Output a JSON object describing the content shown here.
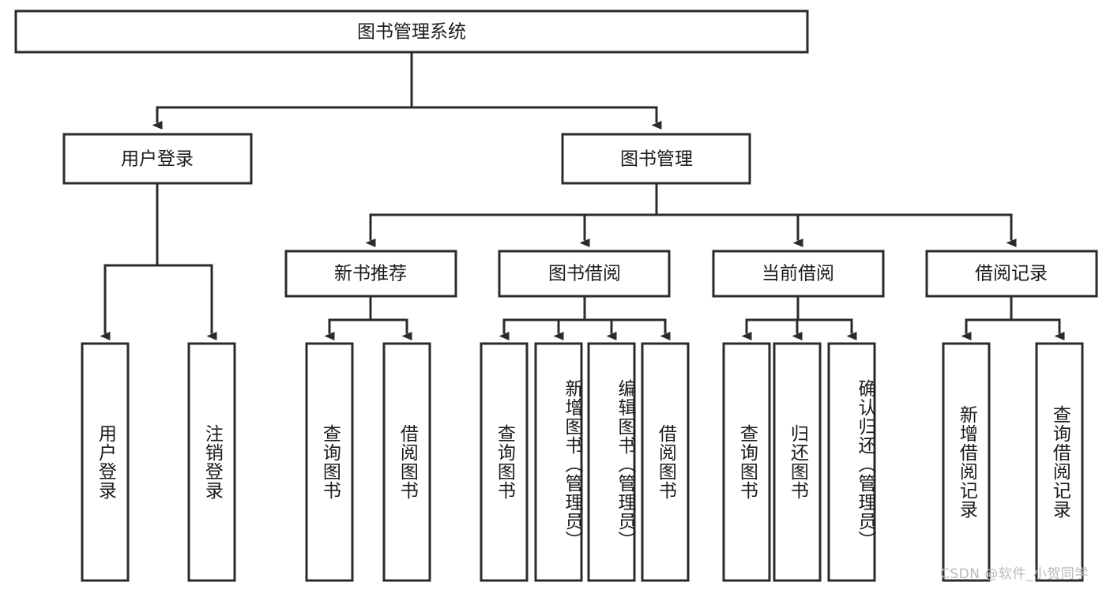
{
  "diagram": {
    "title_node": {
      "label": "图书管理系统"
    },
    "level1": [
      {
        "label": "用户登录"
      },
      {
        "label": "图书管理"
      }
    ],
    "level2": [
      {
        "label": "新书推荐"
      },
      {
        "label": "图书借阅"
      },
      {
        "label": "当前借阅"
      },
      {
        "label": "借阅记录"
      }
    ],
    "leaves": {
      "user_login": [
        {
          "label": "用户登录"
        },
        {
          "label": "注销登录"
        }
      ],
      "new_book_recommend": [
        {
          "label": "查询图书"
        },
        {
          "label": "借阅图书"
        }
      ],
      "book_borrow": [
        {
          "label": "查询图书"
        },
        {
          "label": "新增图书（管理员）"
        },
        {
          "label": "编辑图书（管理员）"
        },
        {
          "label": "借阅图书"
        }
      ],
      "current_borrow": [
        {
          "label": "查询图书"
        },
        {
          "label": "归还图书"
        },
        {
          "label": "确认归还（管理员）"
        }
      ],
      "borrow_record": [
        {
          "label": "新增借阅记录"
        },
        {
          "label": "查询借阅记录"
        }
      ]
    }
  },
  "watermark": {
    "text": "CSDN @软件_小贺同学"
  },
  "colors": {
    "box_stroke": "#2b2b2b",
    "box_fill": "#ffffff",
    "text": "#1a1a1a",
    "watermark": "#b9b9b9",
    "background": "#ffffff"
  }
}
